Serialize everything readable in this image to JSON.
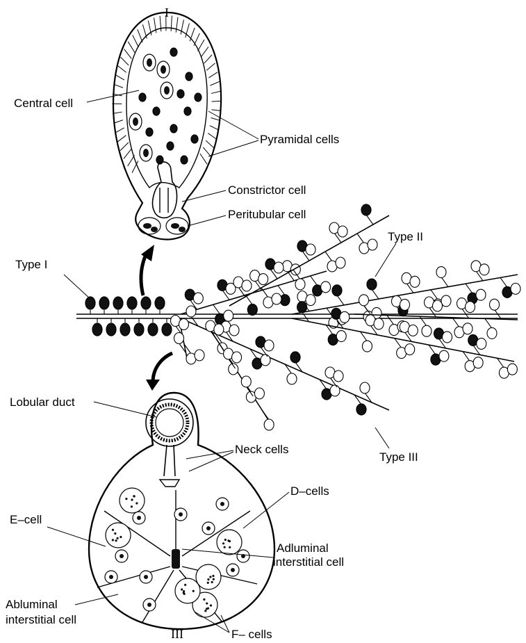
{
  "labels": {
    "roman_top": "I",
    "roman_bottom": "III",
    "central_cell": "Central cell",
    "pyramidal_cells": "Pyramidal cells",
    "constrictor_cell": "Constrictor cell",
    "peritubular_cell": "Peritubular cell",
    "type_1": "Type I",
    "type_2": "Type II",
    "type_3": "Type III",
    "lobular_duct": "Lobular duct",
    "neck_cells": "Neck cells",
    "d_cells": "D–cells",
    "e_cell": "E–cell",
    "adluminal_1": "Adluminal",
    "adluminal_2": "interstitial cell",
    "abluminal_1": "Abluminal",
    "abluminal_2": "interstitial cell",
    "f_cells": "F– cells"
  },
  "colors": {
    "ink": "#000000",
    "paper": "#ffffff"
  }
}
